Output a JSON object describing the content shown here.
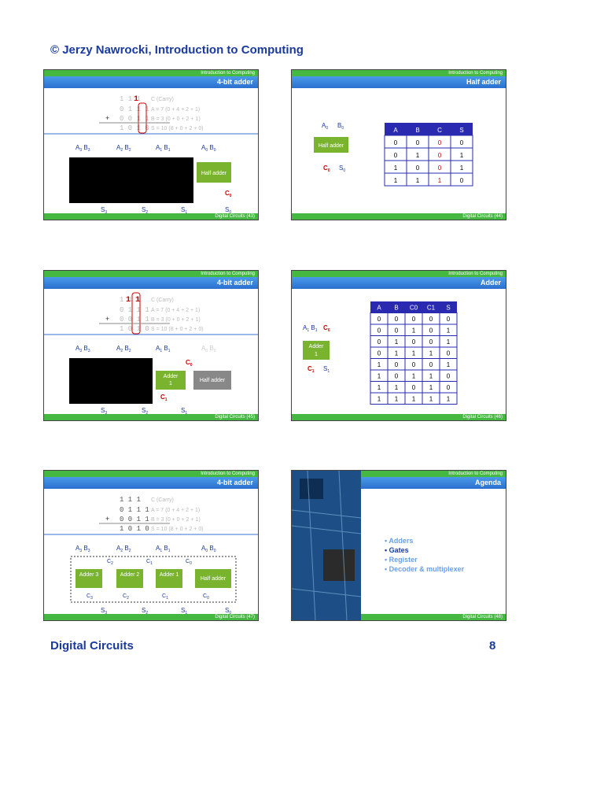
{
  "header": "© Jerzy Nawrocki, Introduction to Computing",
  "footer": {
    "title": "Digital Circuits",
    "page": "8"
  },
  "course": "Introduction to Computing",
  "slides": [
    {
      "title": "4-bit adder",
      "footer": "Digital Circuits (43)",
      "rows": [
        "1 1 1",
        "0 1 1 1",
        "0 0 1 1",
        "1 0 1 0"
      ],
      "notes": [
        "C (Carry)",
        "A = 7 (0 + 4 + 2 + 1)",
        "B = 3 (0 + 0 + 2 + 1)",
        "S = 10 (8 + 0 + 2 + 0)"
      ],
      "block": "Half adder"
    },
    {
      "title": "Half adder",
      "footer": "Digital Circuits (44)",
      "block": "Half adder",
      "inputs": [
        "A0",
        "B0"
      ],
      "outputs": [
        "C0",
        "S0"
      ],
      "table": {
        "headers": [
          "A",
          "B",
          "C",
          "S"
        ],
        "rows": [
          [
            "0",
            "0",
            "0",
            "0"
          ],
          [
            "0",
            "1",
            "0",
            "1"
          ],
          [
            "1",
            "0",
            "0",
            "1"
          ],
          [
            "1",
            "1",
            "1",
            "0"
          ]
        ]
      }
    },
    {
      "title": "4-bit adder",
      "footer": "Digital Circuits (45)",
      "rows": [
        "1 1 1",
        "0 1 1 1",
        "0 0 1 1",
        "1 0 1 0"
      ],
      "notes": [
        "C (Carry)",
        "A = 7 (0 + 4 + 2 + 1)",
        "B = 3 (0 + 0 + 2 + 1)",
        "S = 10 (8 + 0 + 2 + 0)"
      ],
      "blocks": [
        "Adder",
        "1",
        "Half adder"
      ]
    },
    {
      "title": "Adder",
      "footer": "Digital Circuits (46)",
      "block": [
        "Adder",
        "1"
      ],
      "table": {
        "headers": [
          "A",
          "B",
          "C0",
          "C1",
          "S"
        ],
        "rows": [
          [
            "0",
            "0",
            "0",
            "0",
            "0"
          ],
          [
            "0",
            "0",
            "1",
            "0",
            "1"
          ],
          [
            "0",
            "1",
            "0",
            "0",
            "1"
          ],
          [
            "0",
            "1",
            "1",
            "1",
            "0"
          ],
          [
            "1",
            "0",
            "0",
            "0",
            "1"
          ],
          [
            "1",
            "0",
            "1",
            "1",
            "0"
          ],
          [
            "1",
            "1",
            "0",
            "1",
            "0"
          ],
          [
            "1",
            "1",
            "1",
            "1",
            "1"
          ]
        ]
      }
    },
    {
      "title": "4-bit adder",
      "footer": "Digital Circuits (47)",
      "rows": [
        "1 1 1",
        "0 1 1 1",
        "0 0 1 1",
        "1 0 1 0"
      ],
      "notes": [
        "C (Carry)",
        "A = 7 (0 + 4 + 2 + 1)",
        "B = 3 (0 + 0 + 2 + 1)",
        "S = 10 (8 + 0 + 2 + 0)"
      ],
      "blocks": [
        "Adder 3",
        "Adder 2",
        "Adder 1",
        "Half adder"
      ]
    },
    {
      "title": "Agenda",
      "footer": "Digital Circuits (48)",
      "items": [
        "Adders",
        "Gates",
        "Register",
        "Decoder & multiplexer"
      ],
      "active": 1
    }
  ]
}
